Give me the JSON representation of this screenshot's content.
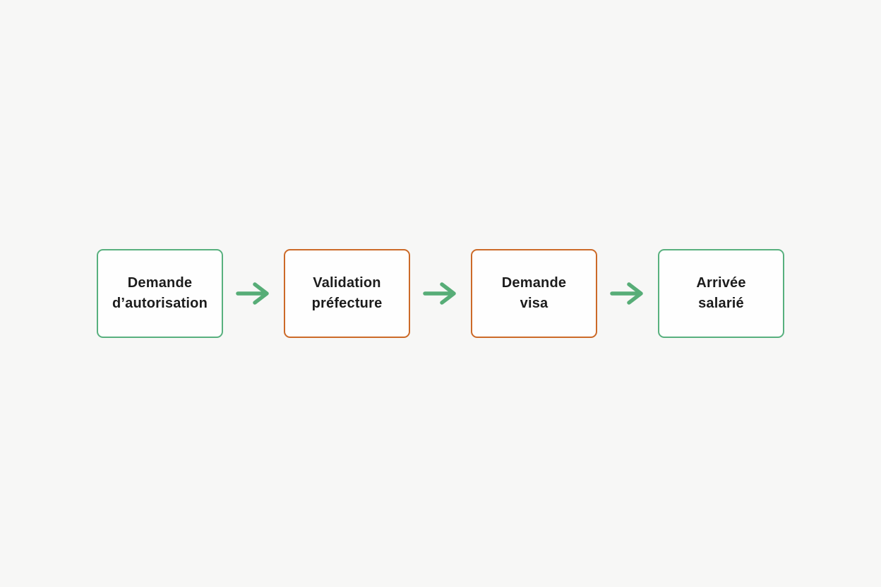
{
  "diagram": {
    "steps": [
      {
        "label": "Demande\nd’autorisation",
        "border_color": "#58b07e"
      },
      {
        "label": "Validation\npréfecture",
        "border_color": "#cc6a28"
      },
      {
        "label": "Demande\nvisa",
        "border_color": "#cc6a28"
      },
      {
        "label": "Arrivée\nsalarié",
        "border_color": "#58b07e"
      }
    ],
    "arrow_color": "#57ad77",
    "colors": {
      "background": "#f7f7f6",
      "node_fill": "#fefefe",
      "text": "#1c1c1c",
      "green_border": "#58b07e",
      "orange_border": "#cc6a28"
    }
  }
}
